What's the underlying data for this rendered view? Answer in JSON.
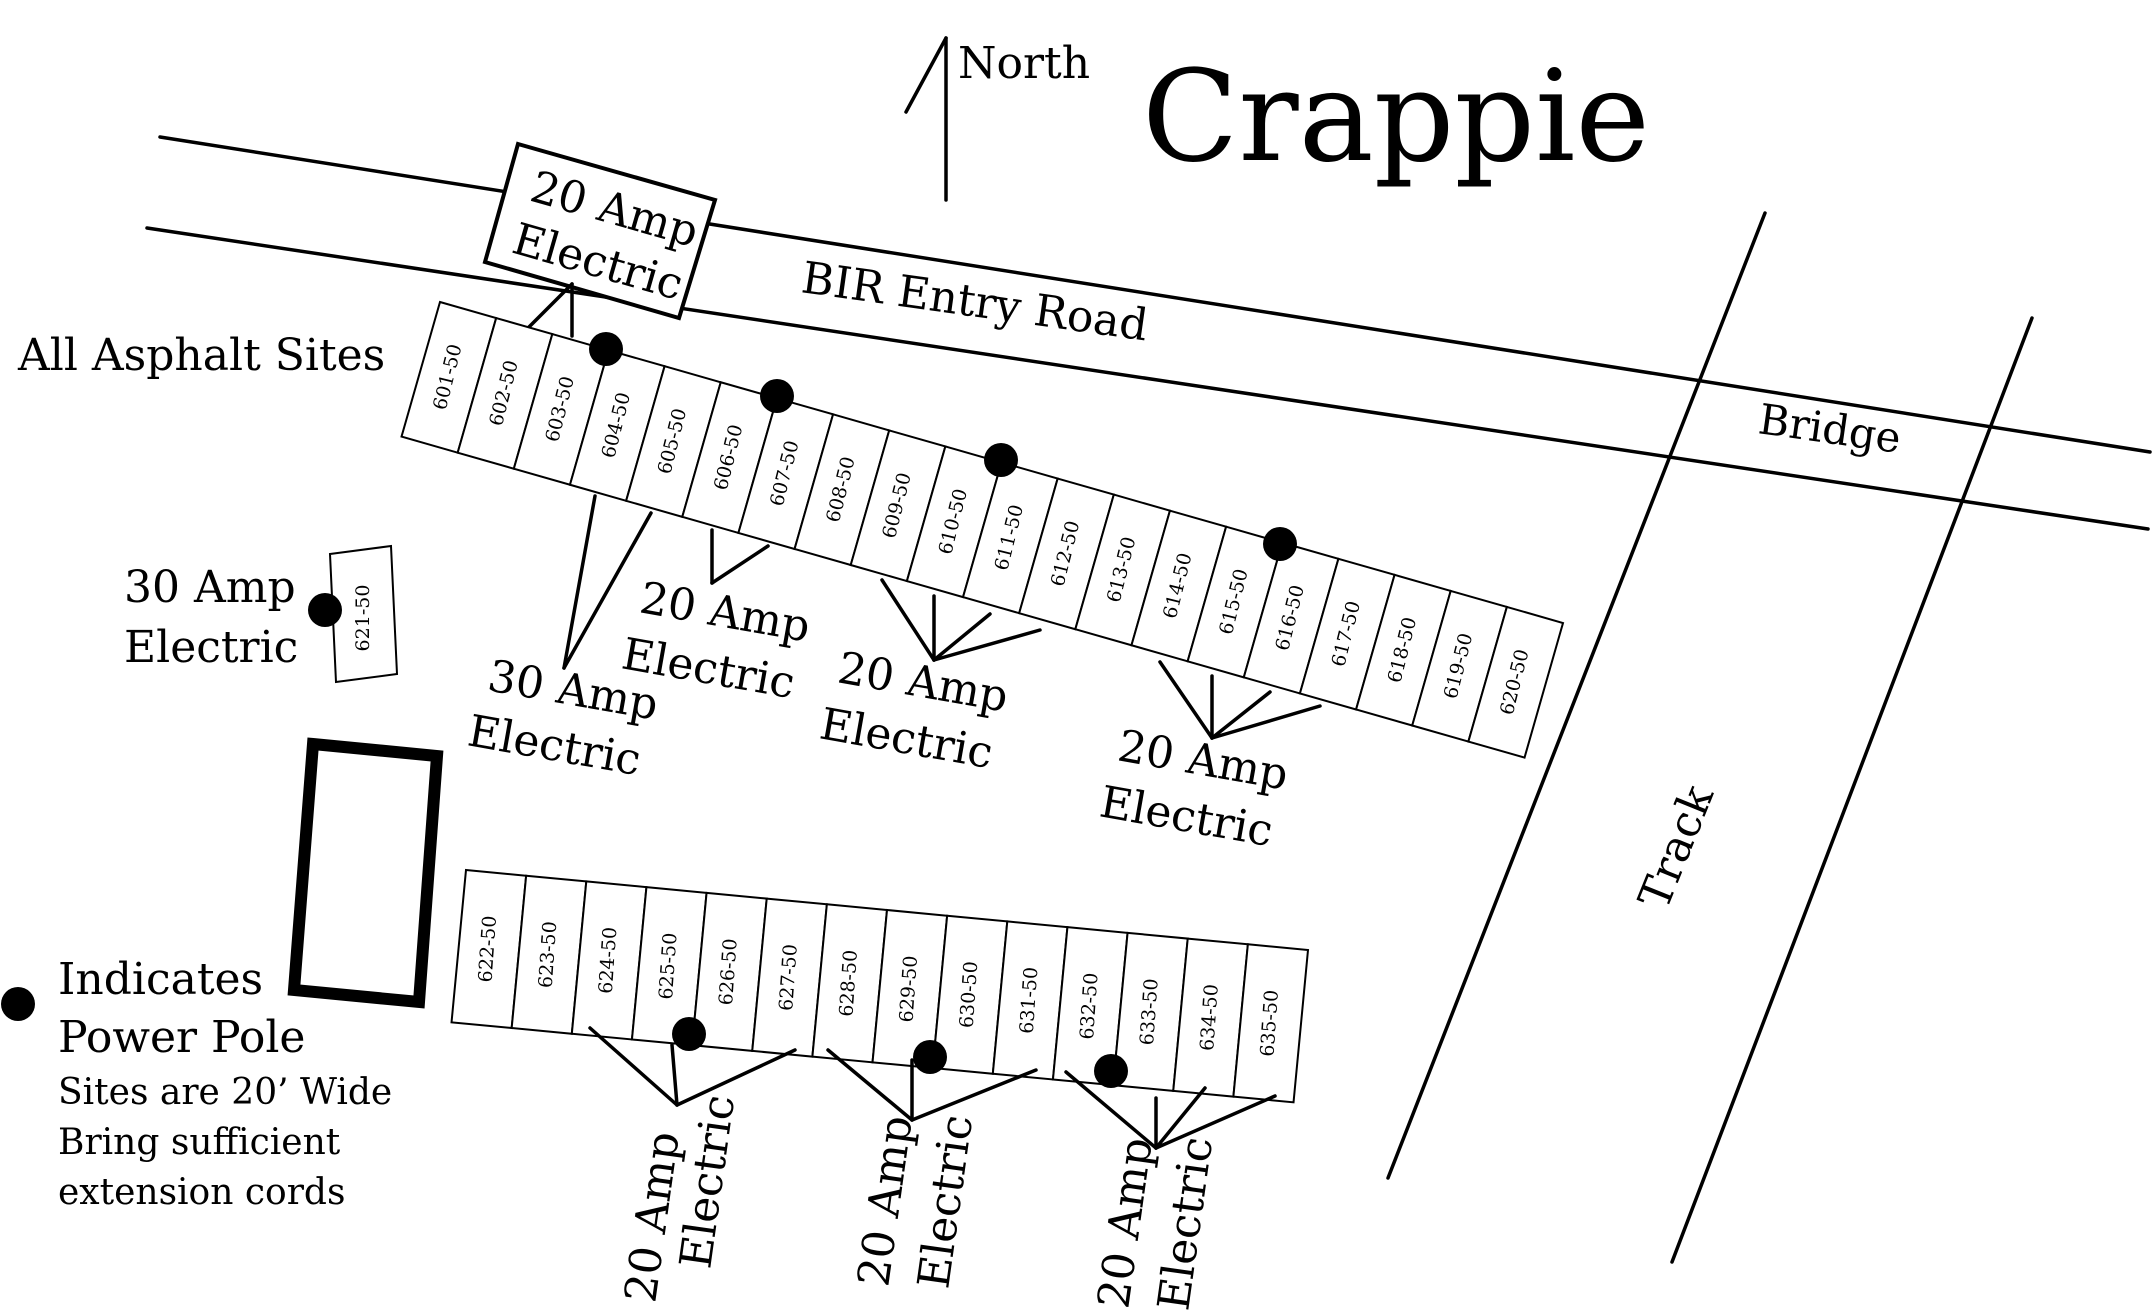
{
  "title": "Crappie",
  "north_label": "North",
  "road_label": "BIR Entry Road",
  "bridge_label": "Bridge",
  "track_label": "Track",
  "asphalt_label": "All Asphalt Sites",
  "legend": {
    "line1": "Indicates",
    "line2": "Power Pole",
    "note1": "Sites are 20’ Wide",
    "note2": "Bring sufficient",
    "note3": "extension cords"
  },
  "electric": {
    "amp20": "20 Amp",
    "amp30": "30 Amp",
    "word": "Electric"
  },
  "sites_top": [
    "601-50",
    "602-50",
    "603-50",
    "604-50",
    "605-50",
    "606-50",
    "607-50",
    "608-50",
    "609-50",
    "610-50",
    "611-50",
    "612-50",
    "613-50",
    "614-50",
    "615-50",
    "616-50",
    "617-50",
    "618-50",
    "619-50",
    "620-50"
  ],
  "site_single": "621-50",
  "sites_bottom": [
    "622-50",
    "623-50",
    "624-50",
    "625-50",
    "626-50",
    "627-50",
    "628-50",
    "629-50",
    "630-50",
    "631-50",
    "632-50",
    "633-50",
    "634-50",
    "635-50"
  ],
  "colors": {
    "ink": "#000000",
    "background": "#ffffff"
  }
}
